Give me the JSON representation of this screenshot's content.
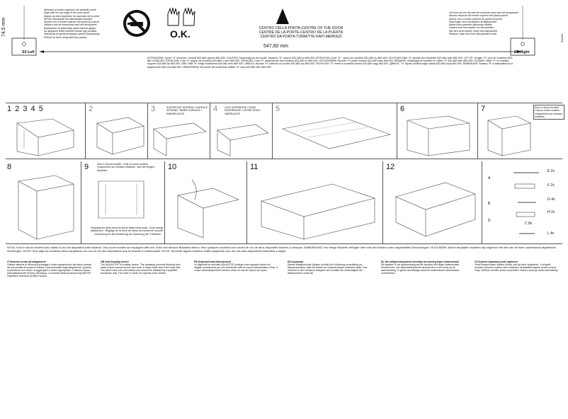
{
  "header": {
    "warning_lines": [
      "Allineare al bordo superiore del pannello porta",
      "Align with the top edge of the door panel",
      "Aligner au bord supérieur du panneau de la porte",
      "Mit der Oberkante der Dekorplatte bündeln",
      "Alinear con el borde superior del panel de puerta",
      "Uitlijnen met de bovenrand van het deurpaneel",
      "Выровнять по верхнему краю панели двери",
      "Az ajtópanel felső szélével holzak egy vonalba",
      "Wyrównaj do górnej krawędzi panelu drzwiowego",
      "Přiložit na horní okraj dveřního panelu"
    ],
    "ok_label": "O.K.",
    "dim_vertical": "74,5 mm",
    "sx_label": "SX-Left",
    "dx_label": "DX-Right",
    "center_lines": [
      "CENTRO DELLA PORTA-CENTRE OF THE DOOR",
      "CENTRE DE LA PORTE-CENTRO DE LA PUERTA",
      "CENTRO DA PORTA-TÜRMITTE-KAPI MERKEZİ"
    ],
    "right_lines": [
      "Zet hem op een lijn met de bovenste rand van het deurpaneel",
      "Alinear respecto del borde superior del panel puerta",
      "Alinhe com a borda superior do painel da porta",
      "Skal flugte med overkanten af lågepanelet",
      "Aseta oven paneelin yläreunan tasalle",
      "Justera mot övre kanten av dörrpanelen",
      "Still den øvre kanten i flukt med dørpanelet",
      "Plasera i linje med övre dörrpanelens kant"
    ],
    "dim_horizontal": "547,60 mm",
    "side_code": "91613C"
  },
  "attention_text": "ATTENZIONE: Quote \"H\" secondo i modelli 820-860 oppure 860-900. CAUTION: Depending on the model, distance \"H\" may be 820-860 or 860-900. ATTENTION: Cote \"H\" : selon les modèles 820-860 ou 860-900. ACHTUNG: Maß \"H\" gemäß den Modellen 820-860 oder 860-900. LET OP: Hoogte \"H\" voor de modellen 820-860 of 860-900. ATENCIÓN: Cota \"H\" según los modelos 820-860 o bien 860-900. ATENÇÃO: Cota \"H\" dependendo dos modelos 820-860 ou 860-900. UPOZORNĚNÍ: Rozměr \"H\" podle modelů 820-860 nebo 860-900. BEMÆRK: Afhængigt af modellen er målet \"H\" 820-860 eller 860-900. HUOMIO: Mitta \"H\" on mallista riippuen 820-860 tai 860-900. OBS: Mått \"H\" enligt modellerna 820-860 eller 860-900. UWAGA: Wymiar \"H\" zależnie od modeli 820-860 lub 860-900. FIGYELEM: \"H\" méret a modellek szerint 820-860 vagy 860-900. ДИКKAT: \"H\" ölçüsü modele bağlı olarak 820-860 veya 860-900. ВНИМАНИЕ: Размер \"H\" в зависимости от модели 820-860 или 860-900. OBSERVERA: Beroende på modell kan måttet \"H\" vara 820-860 eller 860-900.",
  "steps_row1": [
    {
      "num": "1 2 3 4 5"
    },
    {
      "num": "2"
    },
    {
      "num": "3",
      "label": "SUPERFICIE INTERNA / SURFACE INTERNE / INNER SURFACE / INNENFLÄCHE"
    },
    {
      "num": "4",
      "label": "LATO SUPERIORE / EDGE SUPERIEURE / UPPER EDGE / OBERKANTE"
    },
    {
      "num": "5"
    },
    {
      "num": "6"
    },
    {
      "num": "7",
      "label": "Solo in alcuni modelli - Only on some models - Uniquement sur certains modèles"
    }
  ],
  "steps_row2": [
    {
      "num": "8"
    },
    {
      "num": "9",
      "label": "Solo in alcuni modelli - Only on some models - Uniquement sur certains modèles - Nur bei einigen Modellen",
      "caption": "Regolazione della forza di ritorno della molla porta - Door spring adjustment - Réglage de la force de retour du ressort de la porte - Vorrichtung für die Einstellung der Spannung der Türfedern"
    },
    {
      "num": "10"
    },
    {
      "num": "11"
    },
    {
      "num": "12"
    }
  ],
  "parts": [
    {
      "letter": "E",
      "qty": "2x"
    },
    {
      "letter": "F",
      "qty": "2x"
    },
    {
      "letter": "G",
      "qty": "4x"
    },
    {
      "letter": "H",
      "qty": "2x"
    },
    {
      "letter": "C",
      "qty": "8x"
    },
    {
      "letter": "L",
      "qty": "4x"
    }
  ],
  "part_labels_extra": [
    "A",
    "B",
    "D"
  ],
  "note_text": "NOTA: Solo in alcuni modelli sono dotati di uno dei dispositivi sotto illustrati. Only some models are equipped with one of the two devices illustrated below. Seul quelques modèles sont munis de l'un de deux dispositifs illustrés ci-dessous. ANMERKUNG: Nur einige Modelle verfügen über eine der beiden unten dargestellten Einrichtungen. NOTA BENE: Alleen bepaalde modellen zijn uitgerust met één van de twee onderstaand afgebeelde inrichtingen. NOTA: Solo algunos modelos están equipados con uno de los dos dispositivos que se ilustran a continuación. NOTA: Somente alguns modelos estão equipados com um dos dois dispositivos ilustrados a seguir.",
  "languages": [
    {
      "title": "IT-Sistema contro gli allagamenti",
      "body": "Questo sistema di sicurezza protegge il vostro apparecchio dai danni causati da una perdita di acqua di entrata o prevenendolo dagli allagamenti. Quando la pressione non riesce a raggiungere il livello appropriato, il sistema blocca automaticamente il flusso dell'acqua. La scheda della sicurezza AQUASTOP impedisce eventuali perdite d'acqua."
    },
    {
      "title": "GB-Anti-flooding device",
      "body": "The AQUASTOP is a safety device. The aquastop prevents flooding from water losses caused by the inlet hose. It stops water flow if the hose fails. The wired valve unit and safety hose should be installed by a qualified technician only. The hose is made of a special outer sheath."
    },
    {
      "title": "FR-Dispositif anti-débordement",
      "body": "Le dispositif de sécurité AQUASTOP protège votre appareil contre les dégâts occasionnés par une éventuelle fuite du tuyau d'alimentation d'eau. Il coupe automatiquement l'arrivée d'eau en cas de rupture du tuyau."
    },
    {
      "title": "DE-Aquastop",
      "body": "Dieses Wasserschutz-System schützt Ihre Wohnung zuverlässig vor Wasserschäden, falls ein Defekt am Zulaufschlauch auftreten sollte. Das Ventil ist in den Schlauch integriert und schaltet bei Undichtigkeit die Wasserzufuhr sofort ab."
    },
    {
      "title": "NL-Dit veiligheidssysteem beveiligt uw woning tegen waterschade",
      "body": "Dit systeem in de aanvoerslang zal de machine zelf tegen waterschade beschermen. Het afsluitmechanisme bevindt zich in een doos op de aanvoerslang. In geval van lekkage wordt de watertoevoer automatisch onderbroken."
    },
    {
      "title": "CS-Systém Aquastop proti zaplavení",
      "body": "Tento bezpečnostní systém chrání váš byt před vytopením. V případě porušení přívodní hadice nebo odlišných nedostatků systém uzavře přívod vody. Ventil je umístěn přímo na přívodní hadici a pracuje zcela automaticky."
    }
  ]
}
